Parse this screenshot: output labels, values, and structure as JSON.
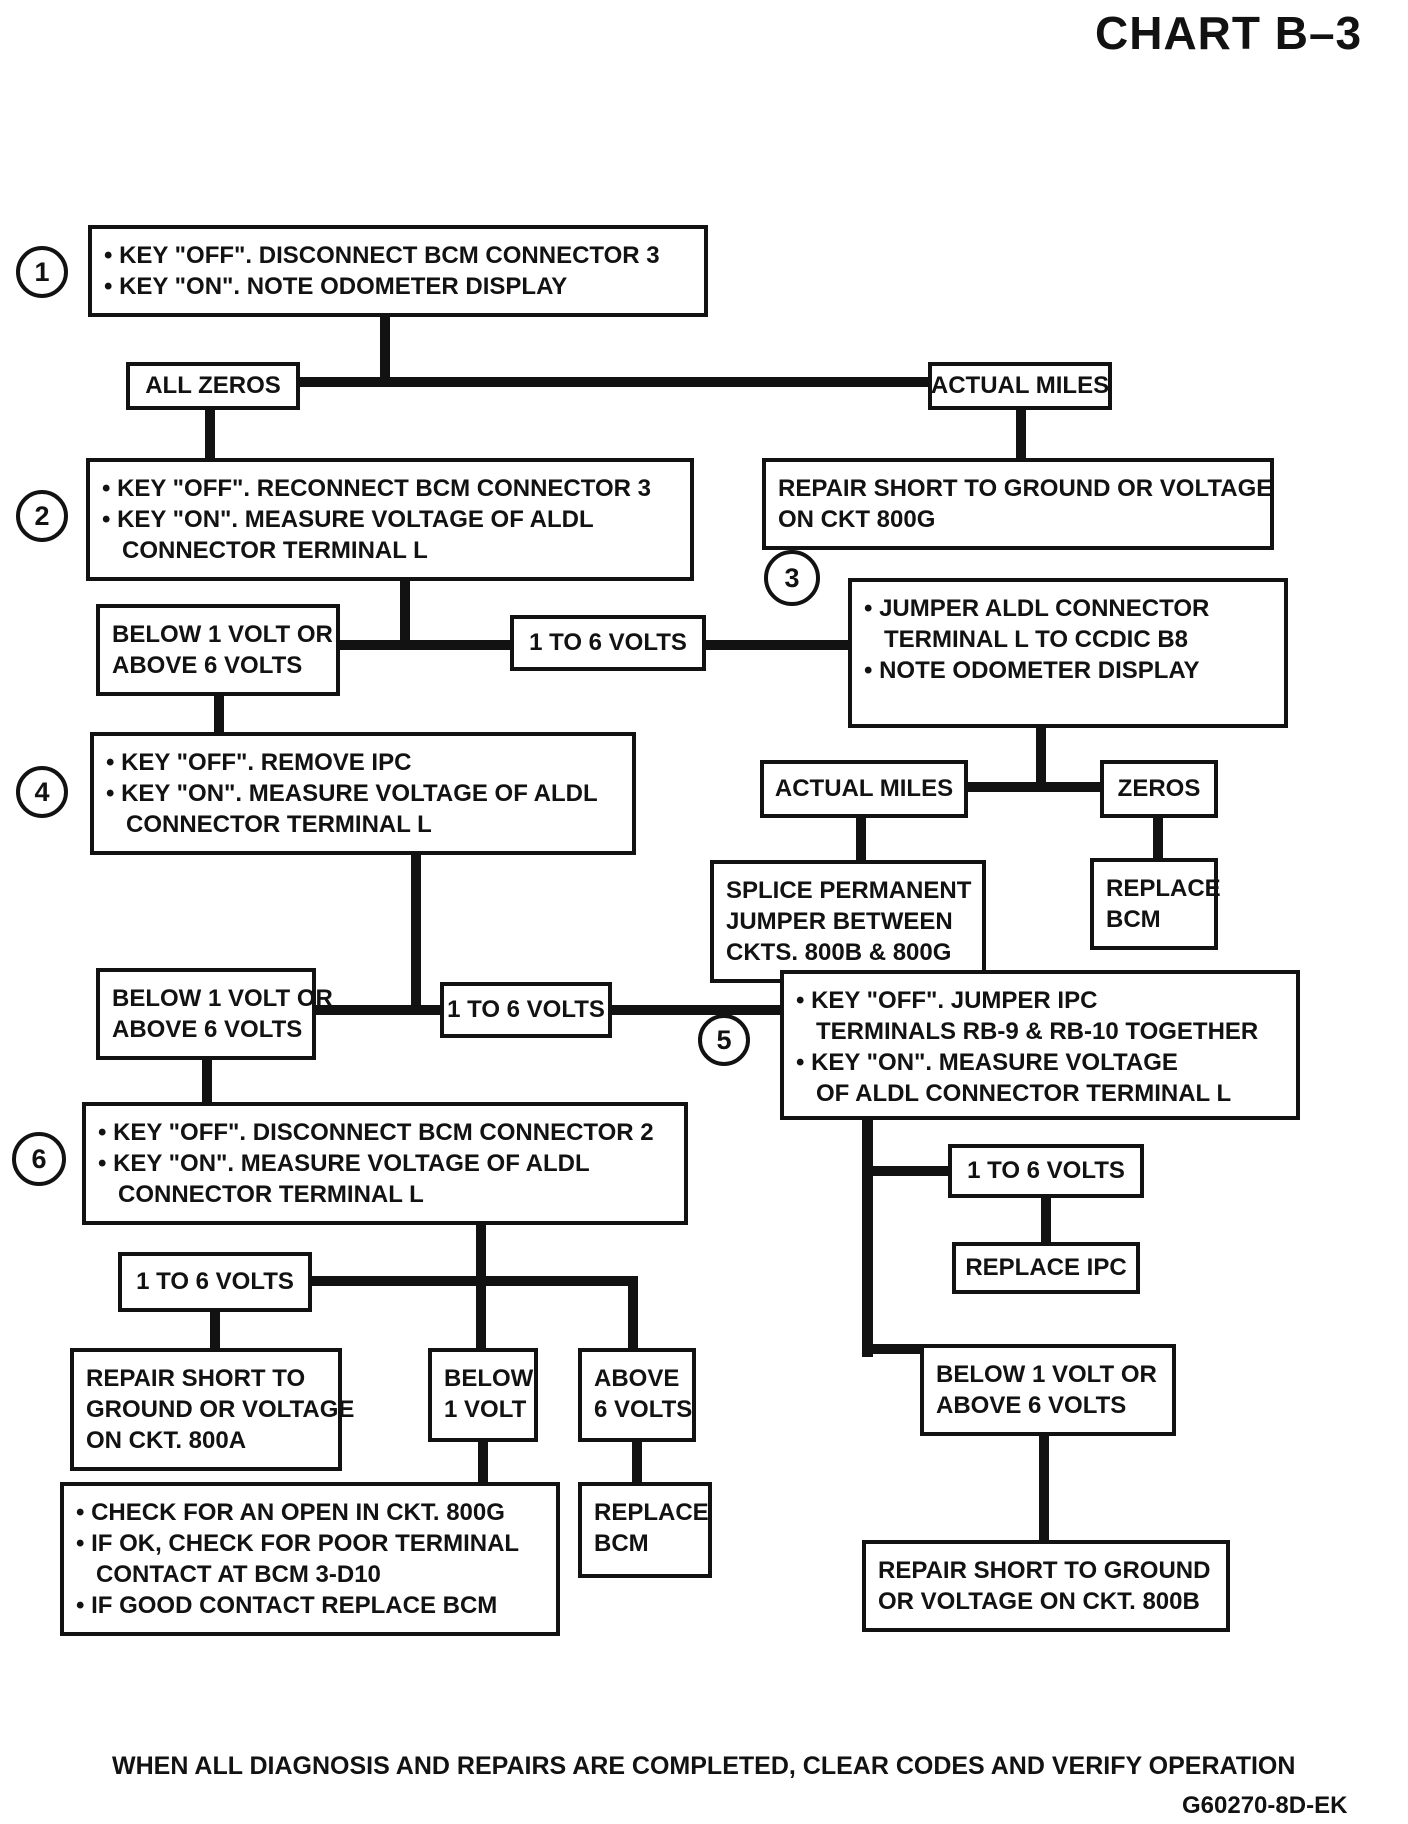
{
  "title": "CHART B–3",
  "footer": {
    "note": "WHEN ALL DIAGNOSIS AND REPAIRS ARE COMPLETED, CLEAR CODES AND VERIFY OPERATION",
    "code": "G60270-8D-EK"
  },
  "colors": {
    "ink": "#121212",
    "paper": "#ffffff"
  },
  "nodes": {
    "step1": {
      "number": "1",
      "lines": [
        "• KEY \"OFF\". DISCONNECT BCM CONNECTOR 3",
        "• KEY \"ON\". NOTE ODOMETER DISPLAY"
      ]
    },
    "all_zeros": {
      "label": "ALL ZEROS"
    },
    "actual_miles_1": {
      "label": "ACTUAL MILES"
    },
    "step2": {
      "number": "2",
      "lines": [
        "• KEY \"OFF\". RECONNECT BCM CONNECTOR 3",
        "• KEY \"ON\". MEASURE VOLTAGE OF ALDL",
        "   CONNECTOR TERMINAL L"
      ]
    },
    "repair_800g": {
      "lines": [
        "REPAIR SHORT TO GROUND OR VOLTAGE",
        "ON CKT 800G"
      ]
    },
    "below_above_1": {
      "lines": [
        "BELOW 1 VOLT OR",
        "ABOVE 6 VOLTS"
      ]
    },
    "volts_1to6_1": {
      "label": "1 TO 6 VOLTS"
    },
    "step3": {
      "number": "3",
      "lines": [
        "• JUMPER ALDL CONNECTOR",
        "   TERMINAL L TO CCDIC B8",
        "• NOTE ODOMETER DISPLAY"
      ]
    },
    "step4": {
      "number": "4",
      "lines": [
        "• KEY \"OFF\". REMOVE IPC",
        "• KEY \"ON\". MEASURE VOLTAGE OF ALDL",
        "   CONNECTOR TERMINAL L"
      ]
    },
    "actual_miles_2": {
      "label": "ACTUAL MILES"
    },
    "zeros": {
      "label": "ZEROS"
    },
    "splice": {
      "lines": [
        "SPLICE PERMANENT",
        "JUMPER BETWEEN",
        "CKTS. 800B & 800G"
      ]
    },
    "replace_bcm_1": {
      "lines": [
        "REPLACE",
        "BCM"
      ]
    },
    "below_above_2": {
      "lines": [
        "BELOW 1 VOLT OR",
        "ABOVE 6 VOLTS"
      ]
    },
    "volts_1to6_2": {
      "label": "1 TO 6 VOLTS"
    },
    "step5": {
      "number": "5",
      "lines": [
        "• KEY \"OFF\". JUMPER IPC",
        "   TERMINALS RB-9 & RB-10 TOGETHER",
        "• KEY \"ON\". MEASURE VOLTAGE",
        "   OF ALDL CONNECTOR TERMINAL L"
      ]
    },
    "step6": {
      "number": "6",
      "lines": [
        "• KEY \"OFF\". DISCONNECT BCM CONNECTOR 2",
        "• KEY \"ON\". MEASURE VOLTAGE OF ALDL",
        "   CONNECTOR TERMINAL L"
      ]
    },
    "volts_1to6_3": {
      "label": "1 TO 6 VOLTS"
    },
    "repair_800a": {
      "lines": [
        "REPAIR SHORT TO",
        "GROUND OR VOLTAGE",
        "ON CKT. 800A"
      ]
    },
    "below_1volt": {
      "lines": [
        "BELOW",
        "1 VOLT"
      ]
    },
    "above_6volts": {
      "lines": [
        "ABOVE",
        "6 VOLTS"
      ]
    },
    "check_open": {
      "lines": [
        "• CHECK FOR AN OPEN IN CKT. 800G",
        "• IF OK, CHECK FOR POOR TERMINAL",
        "   CONTACT AT BCM 3-D10",
        "• IF GOOD CONTACT REPLACE BCM"
      ]
    },
    "replace_bcm_2": {
      "lines": [
        "REPLACE",
        "BCM"
      ]
    },
    "volts_1to6_4": {
      "label": "1 TO 6 VOLTS"
    },
    "replace_ipc": {
      "label": "REPLACE IPC"
    },
    "below_above_3": {
      "lines": [
        "BELOW 1 VOLT OR",
        "ABOVE 6 VOLTS"
      ]
    },
    "repair_800b": {
      "lines": [
        "REPAIR SHORT TO GROUND",
        "OR VOLTAGE ON CKT. 800B"
      ]
    }
  }
}
